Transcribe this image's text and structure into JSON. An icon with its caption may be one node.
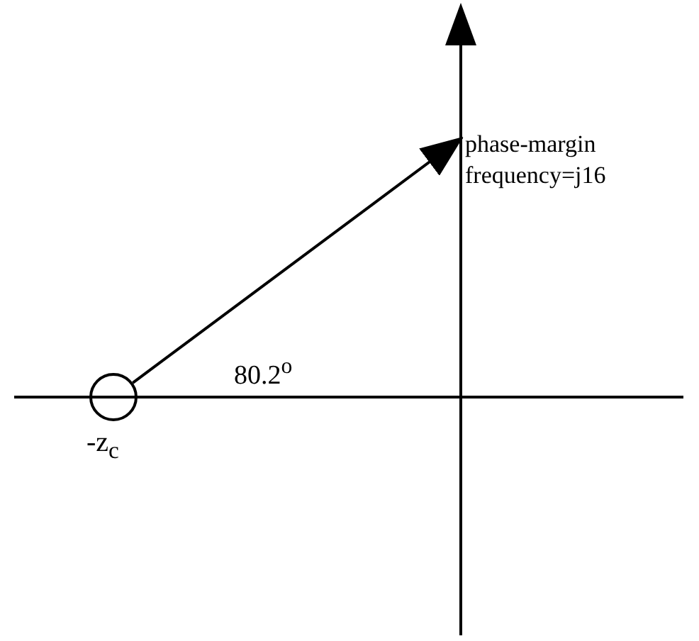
{
  "diagram": {
    "nodes": [
      {
        "text": [],
        "shape": "circle",
        "beside": [
          "-z$_{c}$"
        ]
      },
      {
        "text": [
          "phase-margin frequency=j16"
        ]
      }
    ],
    "edges": [
      {
        "from": 0,
        "to": 1,
        "arrow": "to"
      }
    ],
    "labels": [
      "80.2$^{o}$"
    ]
  }
}
